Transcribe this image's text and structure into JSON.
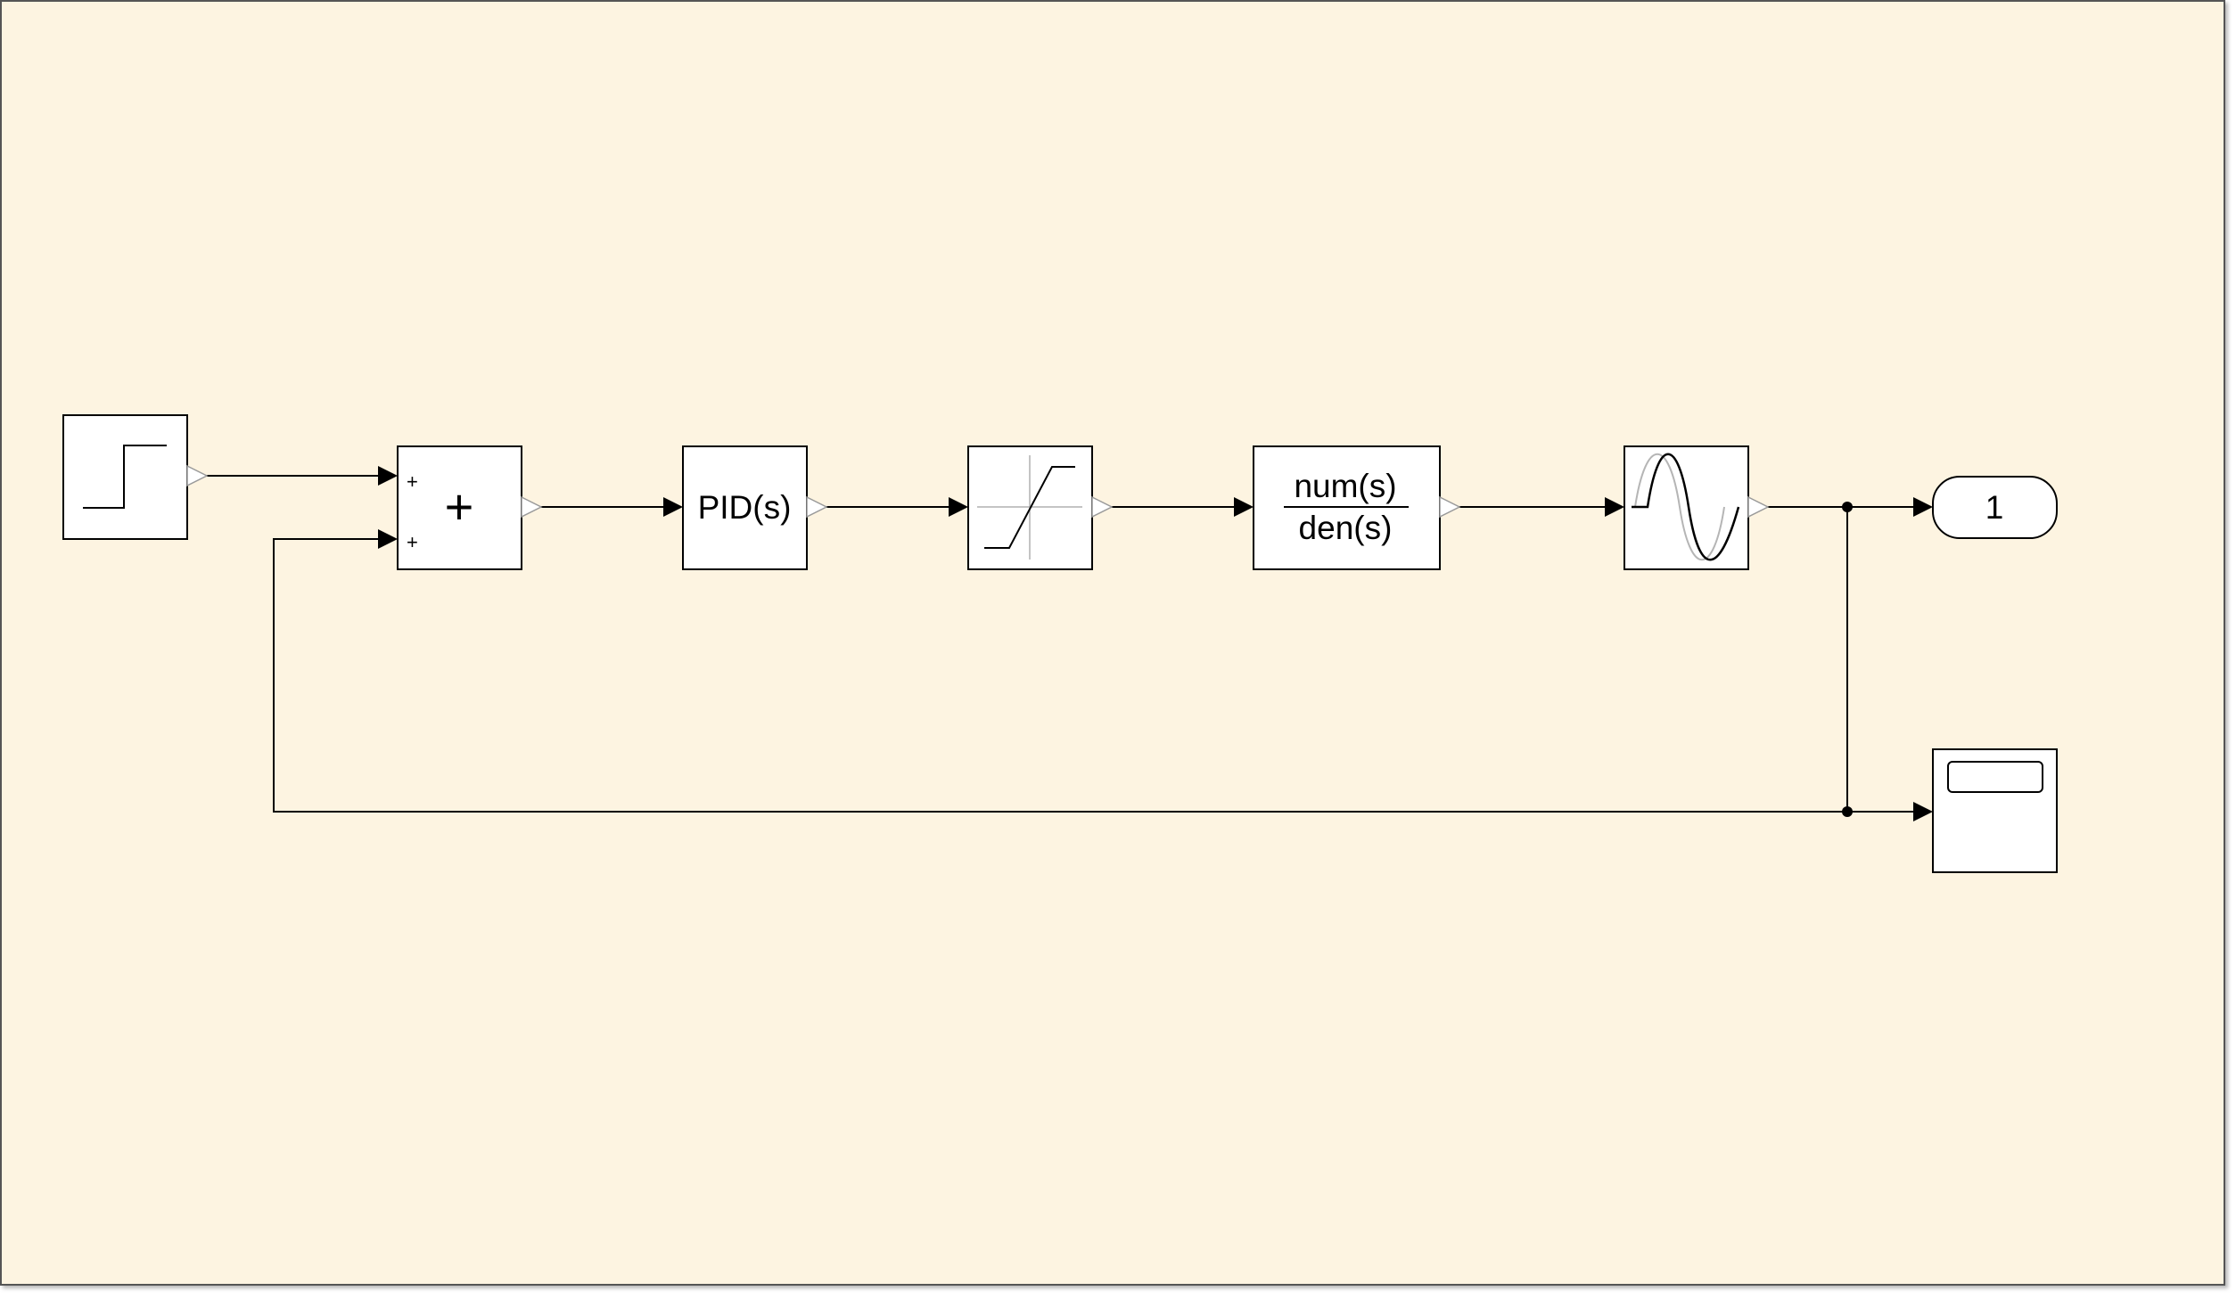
{
  "colors": {
    "canvas_background": "#fdf4e1",
    "canvas_border": "#555555",
    "block_fill": "#ffffff",
    "block_stroke": "#000000",
    "wire": "#000000",
    "port_outline": "#9a9a9a",
    "sine_shadow": "#b5b5b5"
  },
  "blocks": {
    "step": {
      "icon": "step-icon"
    },
    "sum": {
      "symbol": "+",
      "input_signs": [
        "+",
        "+"
      ]
    },
    "pid": {
      "label": "PID(s)"
    },
    "saturation": {
      "icon": "saturation-icon"
    },
    "transfer_fcn": {
      "numerator": "num(s)",
      "denominator": "den(s)"
    },
    "sine": {
      "icon": "sine-wave-icon"
    },
    "outport": {
      "label": "1"
    },
    "scope": {
      "icon": "scope-icon"
    }
  }
}
